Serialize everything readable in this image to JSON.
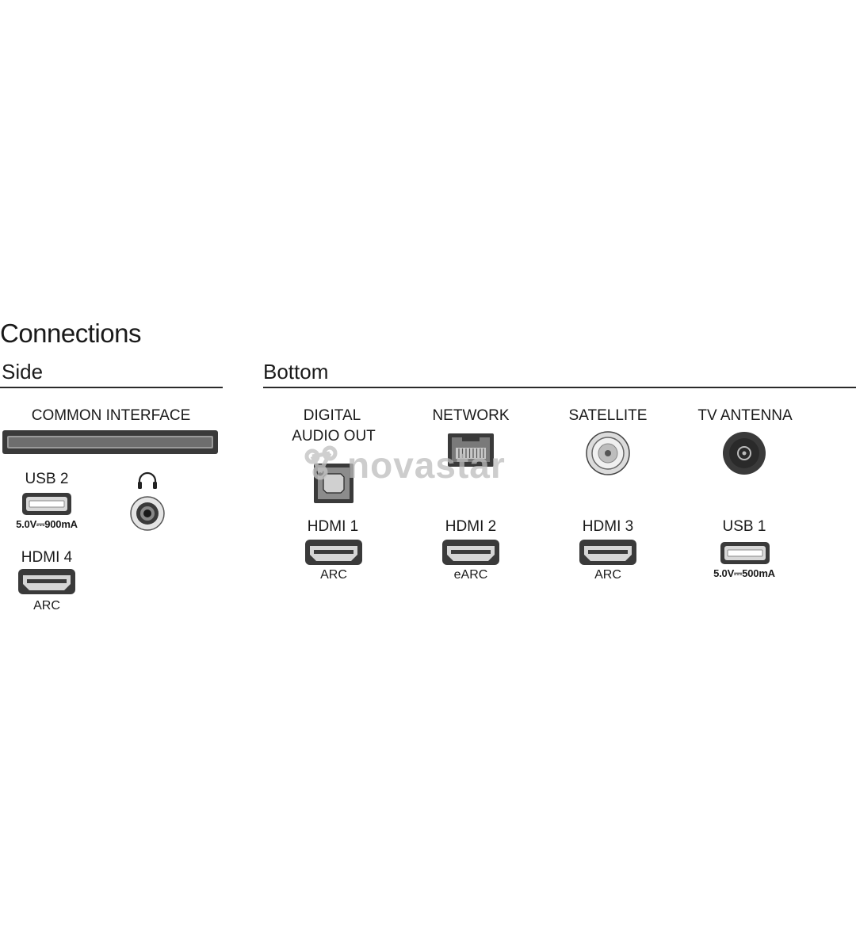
{
  "title": "Connections",
  "side": {
    "heading": "Side",
    "common_interface": "COMMON INTERFACE",
    "usb2": {
      "label": "USB 2",
      "spec": "5.0V⎓900mA"
    },
    "headphone_icon": "headphones-icon",
    "hdmi4": {
      "label": "HDMI 4",
      "sub": "ARC"
    }
  },
  "bottom": {
    "heading": "Bottom",
    "digital_audio_out": {
      "line1": "DIGITAL",
      "line2": "AUDIO OUT"
    },
    "network": "NETWORK",
    "satellite": "SATELLITE",
    "tv_antenna": "TV ANTENNA",
    "hdmi1": {
      "label": "HDMI 1",
      "sub": "ARC"
    },
    "hdmi2": {
      "label": "HDMI 2",
      "sub": "eARC"
    },
    "hdmi3": {
      "label": "HDMI 3",
      "sub": "ARC"
    },
    "usb1": {
      "label": "USB 1",
      "spec": "5.0V⎓500mA"
    }
  },
  "watermark": "novastar",
  "colors": {
    "port_dark": "#3a3a3a",
    "port_light": "#cfcfcf",
    "watermark": "#bdbdbd"
  }
}
